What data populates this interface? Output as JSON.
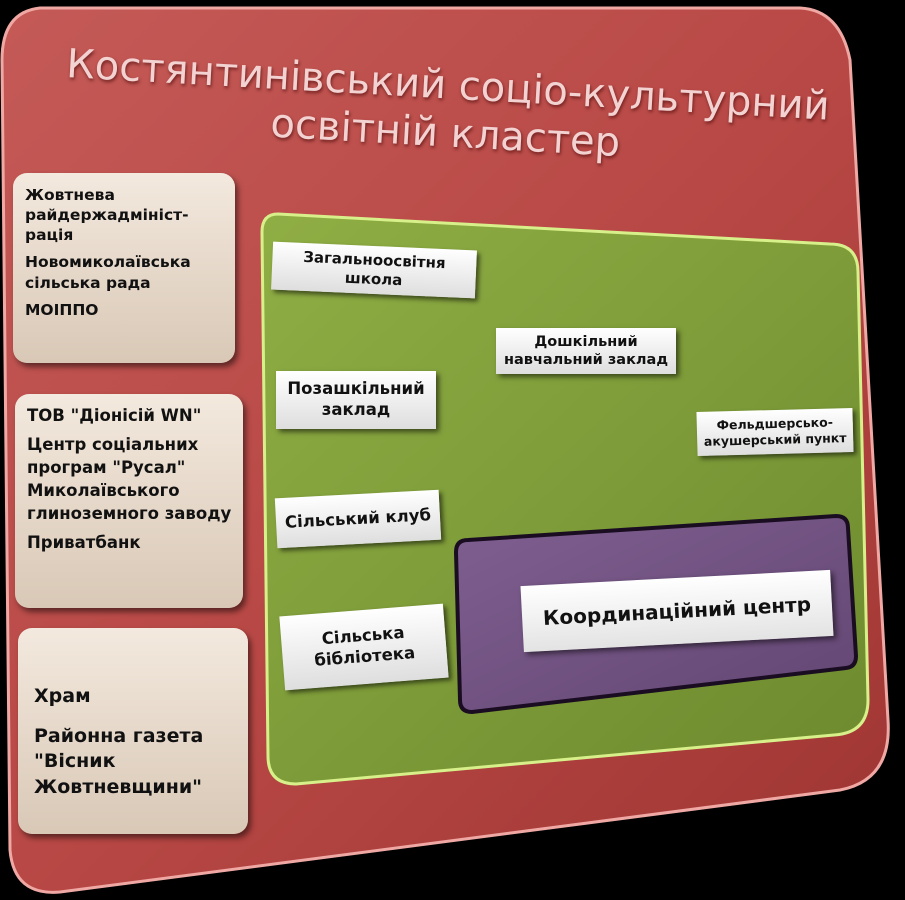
{
  "title_lines": [
    "Костянтинівський соціо-культурний",
    "освітній кластер"
  ],
  "partners": {
    "group1": [
      "Жовтнева райдержадмініст-рація",
      "Новомиколаївська сільська рада",
      "МОІППО"
    ],
    "group2": [
      "ТОВ \"Діонісій WN\"",
      "Центр соціальних програм \"Русал\" Миколаївського глиноземного заводу",
      "Приватбанк"
    ],
    "group3": [
      "Храм",
      "Районна газета \"Вісник Жовтневщини\""
    ]
  },
  "institutions": {
    "school": "Загальноосвітня школа",
    "preschool": "Дошкільний навчальний заклад",
    "extracurricular": "Позашкільний заклад",
    "medical": "Фельдшерсько-акушерський пункт",
    "club": "Сільський клуб",
    "library": "Сільська бібліотека"
  },
  "coordination_center": "Координаційний центр",
  "colors": {
    "cluster": "#b94a48",
    "inner": "#7d9a3a",
    "coordination": "#725383",
    "partner_box": "#e8dccf"
  }
}
